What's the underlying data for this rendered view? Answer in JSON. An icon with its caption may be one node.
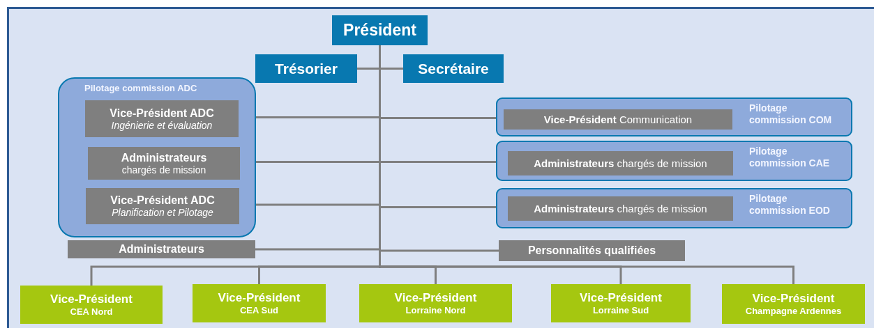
{
  "diagram": {
    "nodes": [
      {
        "text": [
          "Président"
        ]
      },
      {
        "text": [
          "Trésorier"
        ]
      },
      {
        "text": [
          "Secrétaire"
        ]
      },
      {
        "text": [
          "Pilotage commission ADC"
        ]
      },
      {
        "text": [
          "Vice-Président ADC",
          "Ingénierie et évaluation"
        ],
        "in": 3
      },
      {
        "text": [
          "Administrateurs",
          "chargés de mission"
        ],
        "in": 3
      },
      {
        "text": [
          "Vice-Président ADC",
          "Planification et Pilotage"
        ],
        "in": 3
      },
      {
        "text": [
          "Pilotage commission COM"
        ]
      },
      {
        "text": [
          "**Vice-Président** Communication"
        ],
        "in": 7
      },
      {
        "text": [
          "Pilotage commission CAE"
        ]
      },
      {
        "text": [
          "**Administrateurs** chargés de mission"
        ],
        "in": 9
      },
      {
        "text": [
          "Pilotage commission EOD"
        ]
      },
      {
        "text": [
          "**Administrateurs** chargés de mission"
        ],
        "in": 11
      },
      {
        "text": [
          "Administrateurs"
        ]
      },
      {
        "text": [
          "Personnalités qualifiées"
        ]
      },
      {
        "text": [
          "Vice-Président",
          "CEA Nord"
        ]
      },
      {
        "text": [
          "Vice-Président",
          "CEA Sud"
        ]
      },
      {
        "text": [
          "Vice-Président",
          "Lorraine Nord"
        ]
      },
      {
        "text": [
          "Vice-Président",
          "Lorraine Sud"
        ]
      },
      {
        "text": [
          "Vice-Président",
          "Champagne Ardennes"
        ]
      }
    ],
    "edges": [
      {
        "from": 0,
        "to": 1,
        "arrow": "none"
      },
      {
        "from": 0,
        "to": 2,
        "arrow": "none"
      },
      {
        "from": 0,
        "to": 4,
        "arrow": "none"
      },
      {
        "from": 0,
        "to": 8,
        "arrow": "none"
      },
      {
        "from": 0,
        "to": 5,
        "arrow": "none"
      },
      {
        "from": 0,
        "to": 10,
        "arrow": "none"
      },
      {
        "from": 0,
        "to": 6,
        "arrow": "none"
      },
      {
        "from": 0,
        "to": 12,
        "arrow": "none"
      },
      {
        "from": 0,
        "to": 13,
        "arrow": "none"
      },
      {
        "from": 0,
        "to": 14,
        "arrow": "none"
      },
      {
        "from": 0,
        "to": 15,
        "arrow": "none"
      },
      {
        "from": 0,
        "to": 16,
        "arrow": "none"
      },
      {
        "from": 0,
        "to": 17,
        "arrow": "none"
      },
      {
        "from": 0,
        "to": 18,
        "arrow": "none"
      },
      {
        "from": 0,
        "to": 19,
        "arrow": "none"
      }
    ]
  }
}
